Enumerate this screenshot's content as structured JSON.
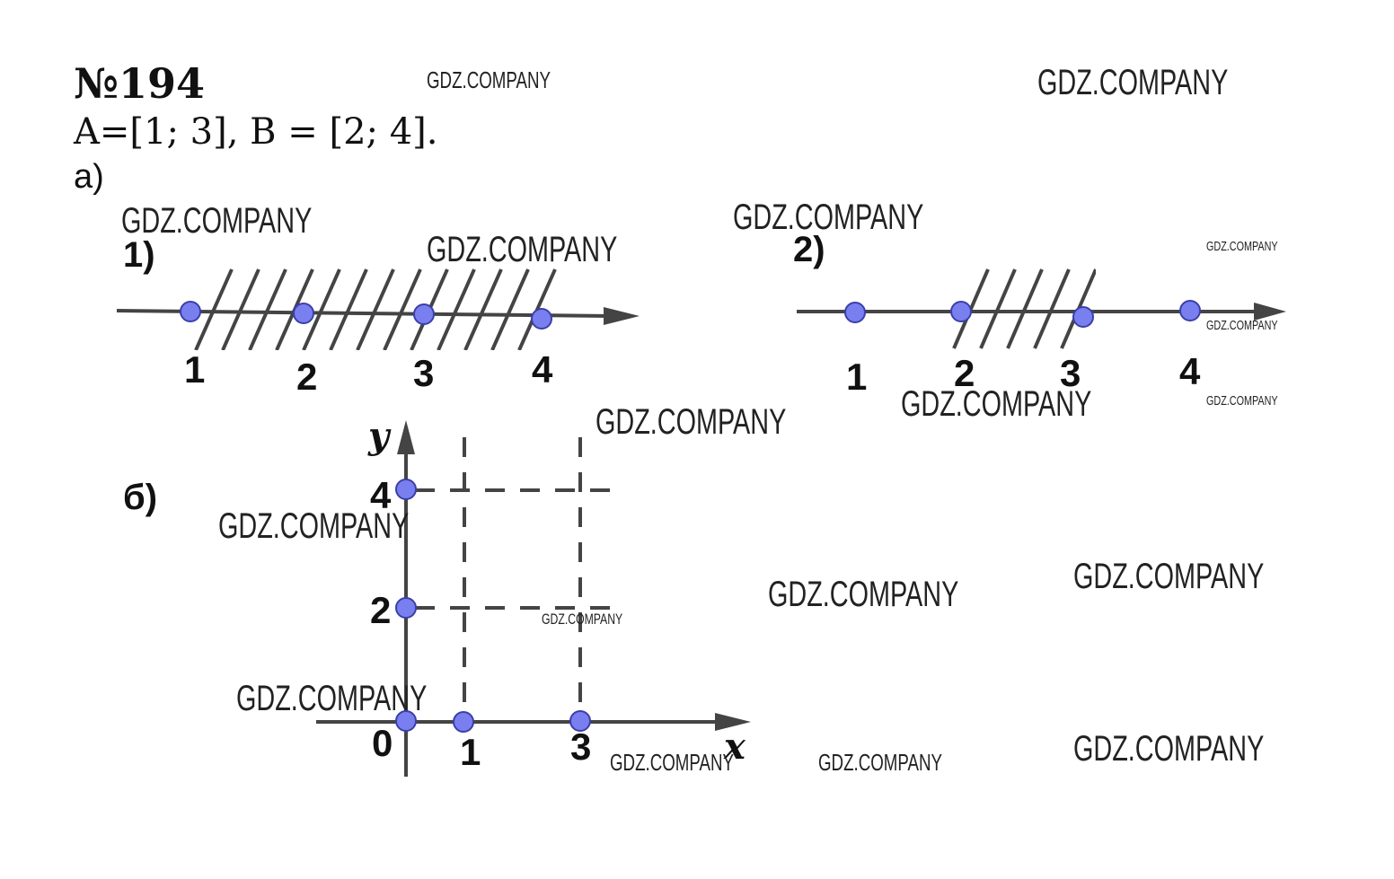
{
  "problem": {
    "number": "№194",
    "sets": "A=[1; 3], B =  [2; 4].",
    "part_a_label": "а)",
    "part_b_label": "б)"
  },
  "line1": {
    "label": "1)",
    "ticks": [
      "1",
      "2",
      "3",
      "4"
    ],
    "shaded_interval": [
      1,
      4
    ]
  },
  "line2": {
    "label": "2)",
    "ticks": [
      "1",
      "2",
      "3",
      "4"
    ],
    "shaded_interval": [
      2,
      3
    ]
  },
  "plane": {
    "x_axis_label": "x",
    "y_axis_label": "y",
    "x_ticks": [
      "0",
      "1",
      "3"
    ],
    "y_ticks": [
      "2",
      "4"
    ],
    "rect_x": [
      1,
      3
    ],
    "rect_y": [
      2,
      4
    ]
  },
  "watermark": "GDZ.COMPANY",
  "colors": {
    "point_fill": "#7a7ff0",
    "point_stroke": "#3a3fa8",
    "line": "#444444"
  }
}
